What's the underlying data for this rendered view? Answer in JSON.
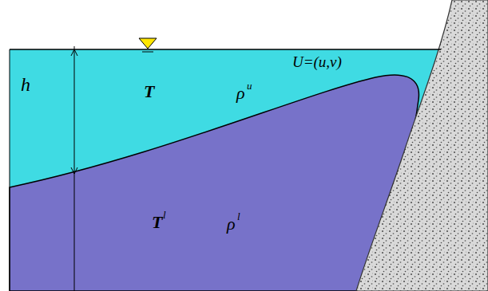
{
  "diagram": {
    "labels": [
      "U=(u,v)",
      "h",
      "T",
      "ρ",
      "u",
      "T",
      "l",
      "ρ",
      "l"
    ]
  }
}
